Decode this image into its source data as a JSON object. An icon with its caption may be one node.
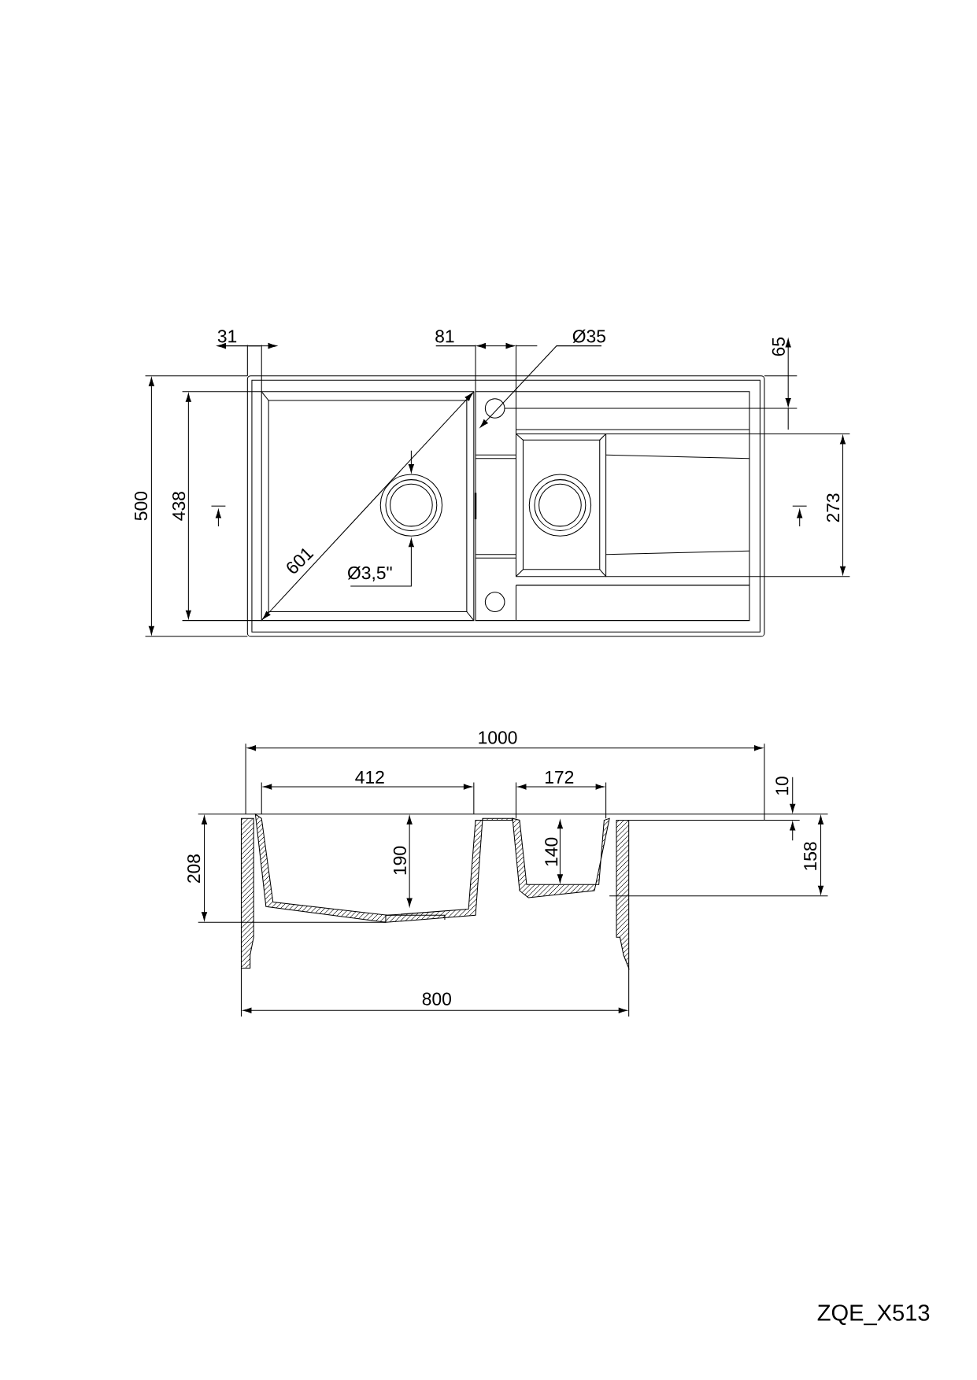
{
  "diagram": {
    "labels": [
      "31",
      "81",
      "Ø35",
      "65",
      "500",
      "438",
      "273",
      "601",
      "Ø3,5\"",
      "1000",
      "412",
      "172",
      "10",
      "208",
      "190",
      "140",
      "158",
      "800",
      "ZQE_X513"
    ]
  }
}
